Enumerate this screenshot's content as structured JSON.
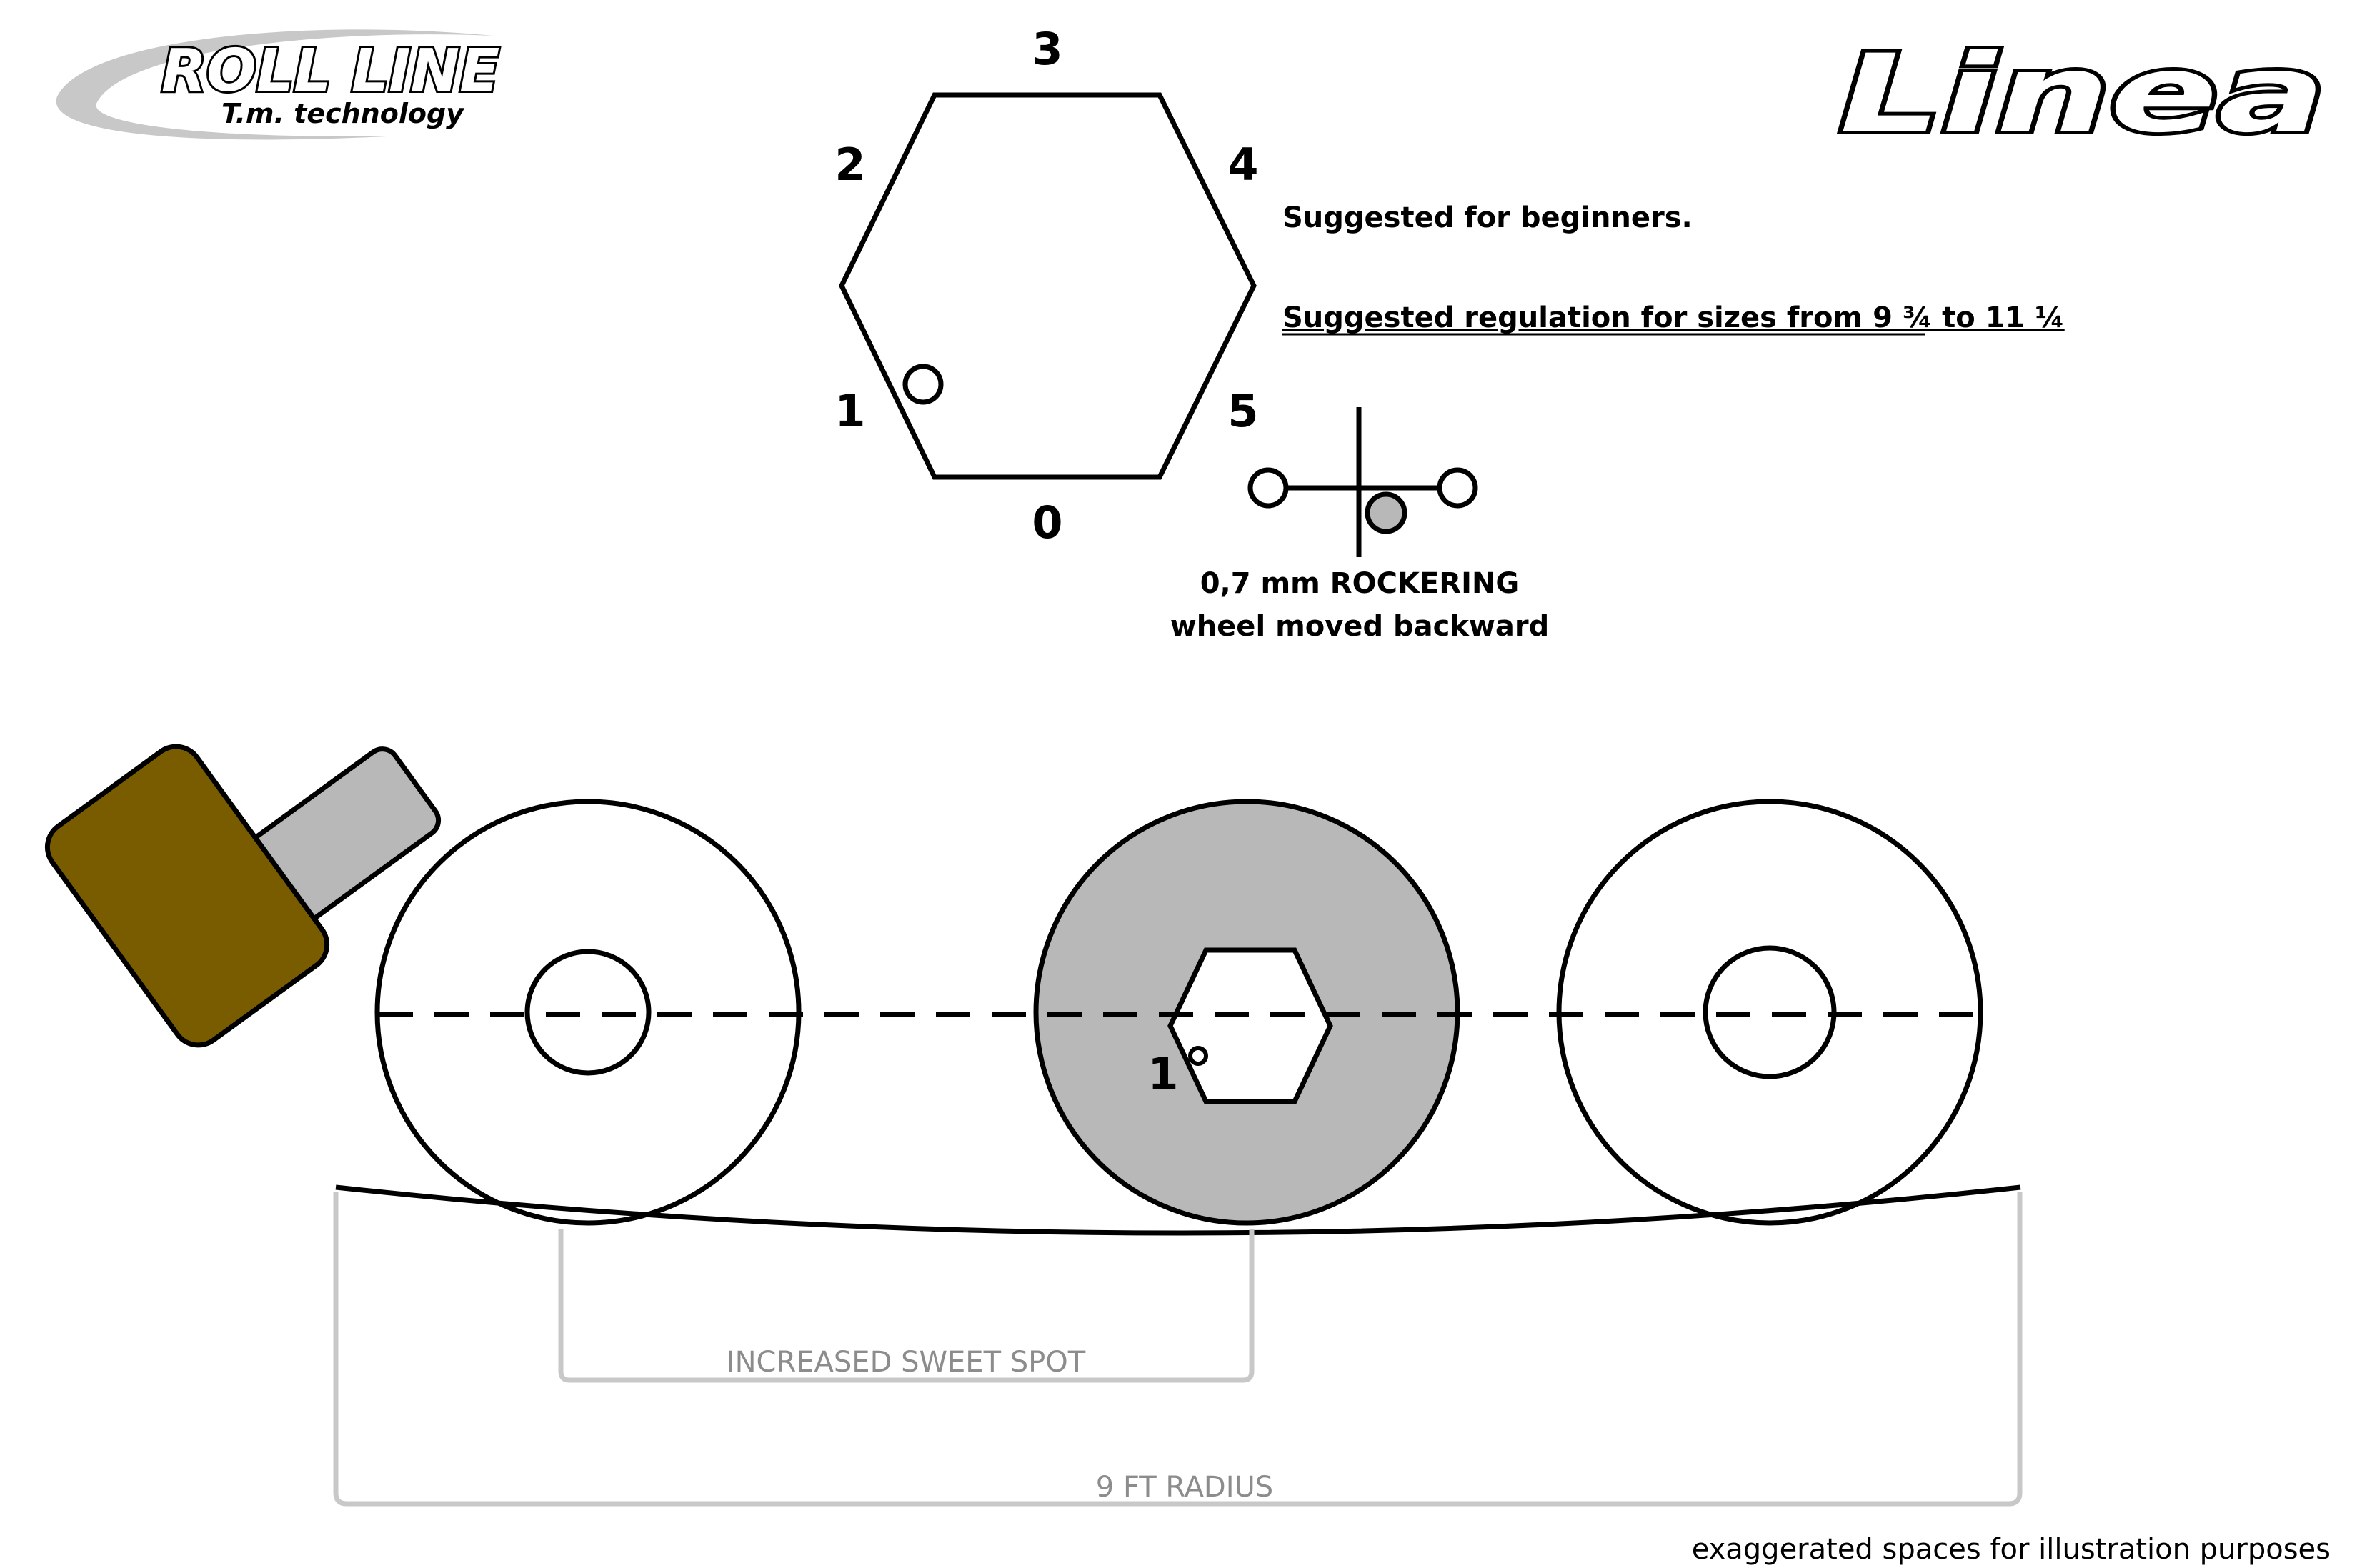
{
  "brand": {
    "rollline_name": "ROLL LINE",
    "rollline_tagline": "T.m. technology",
    "linea_name": "Linea"
  },
  "hexagon": {
    "positions": [
      "3",
      "2",
      "4",
      "1",
      "5",
      "0"
    ],
    "selected_position": "1",
    "colors": {
      "stroke": "#000000"
    }
  },
  "notes": {
    "beginners": "Suggested for beginners.",
    "regulation": "Suggested regulation for sizes from 9 ¾ to 11 ¼"
  },
  "rockering": {
    "line1": "0,7 mm ROCKERING",
    "line2": "wheel moved backward",
    "colors": {
      "moved_wheel": "#b8b8b8"
    }
  },
  "frame": {
    "middle_wheel_label": "1",
    "colors": {
      "boot": "#7a5c00",
      "heel": "#b8b8b8",
      "middle_wheel": "#b8b8b8",
      "brackets": "#c8c8c8"
    }
  },
  "labels": {
    "sweet_spot": "INCREASED SWEET SPOT",
    "radius": "9 FT RADIUS",
    "footnote": "exaggerated spaces for illustration purposes"
  }
}
